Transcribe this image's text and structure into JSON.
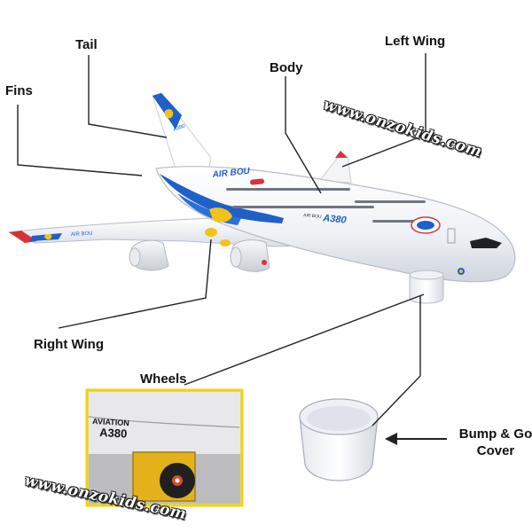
{
  "labels": {
    "tail": "Tail",
    "fins": "Fins",
    "body": "Body",
    "left_wing": "Left Wing",
    "right_wing": "Right Wing",
    "wheels": "Wheels",
    "bump_go_cover": "Bump & Go\nCover"
  },
  "watermark": "www.onzokids.com",
  "aircraft_markings": {
    "brand": "AIR BOU",
    "model": "A380",
    "fuselage_small": "AIR BOU",
    "fuselage_model": "A380"
  },
  "inset_markings": {
    "line1": "AVIATION",
    "line2": "A380"
  },
  "colors": {
    "accent_blue": "#1f5fc8",
    "accent_yellow": "#f3c11b",
    "inset_border": "#f0d400",
    "leader_line": "#222222"
  },
  "icons": [
    "airplane-illustration",
    "wheel-closeup",
    "cover-cap"
  ]
}
